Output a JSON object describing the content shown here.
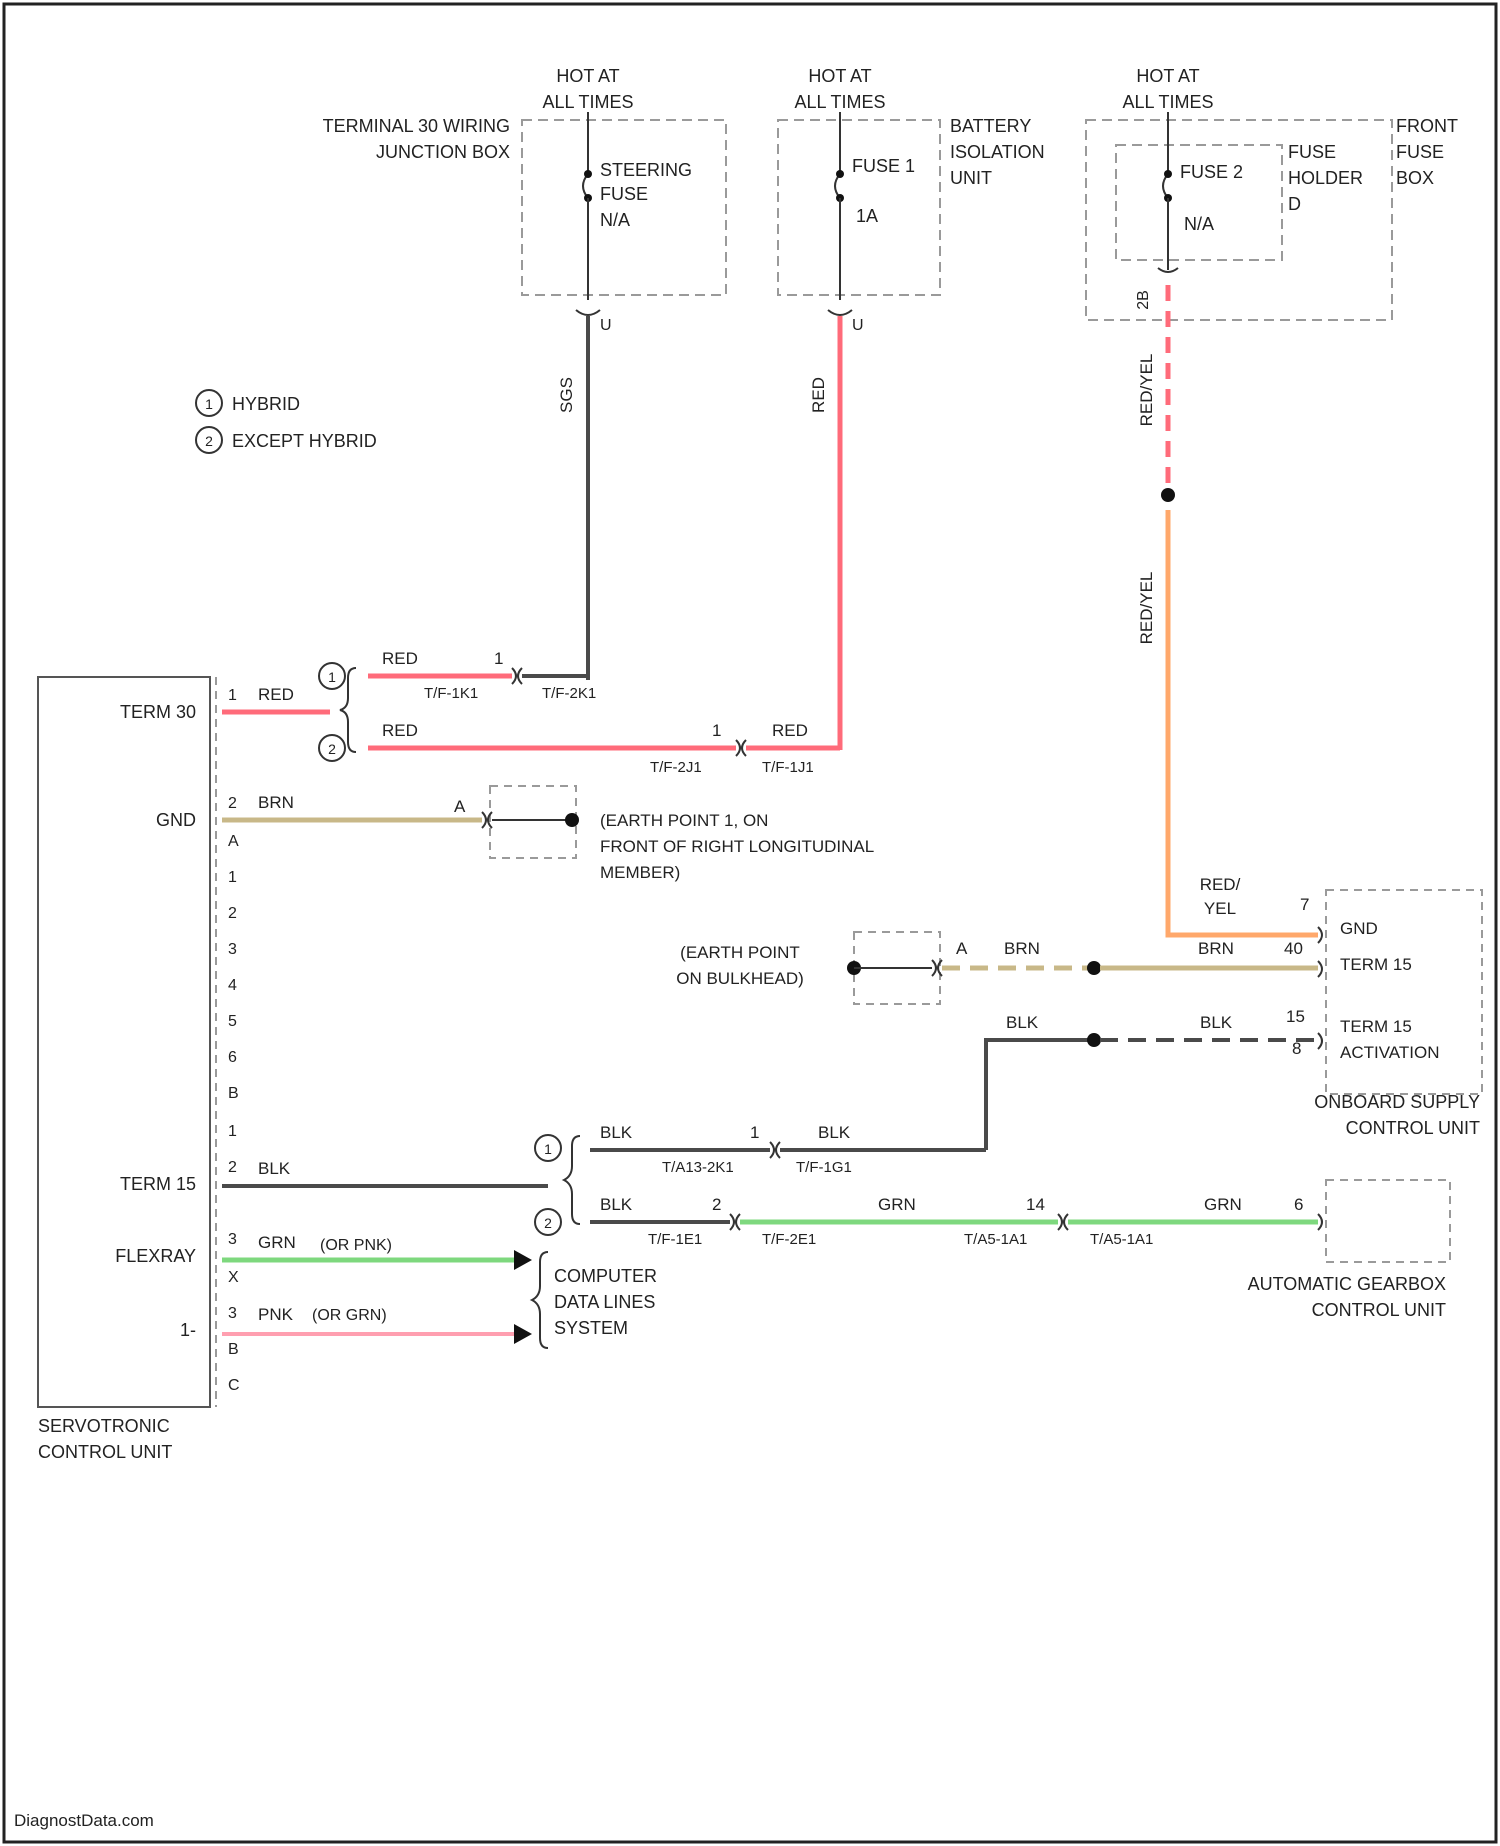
{
  "sources": {
    "hot1": [
      "HOT AT",
      "ALL TIMES"
    ],
    "hot2": [
      "HOT AT",
      "ALL TIMES"
    ],
    "hot3": [
      "HOT AT",
      "ALL TIMES"
    ]
  },
  "junction_box": {
    "title": [
      "TERMINAL 30 WIRING",
      "JUNCTION BOX"
    ],
    "fuse": [
      "STEERING",
      "FUSE",
      "N/A"
    ],
    "pin": "U"
  },
  "battery_unit": {
    "title": [
      "BATTERY",
      "ISOLATION",
      "UNIT"
    ],
    "fuse": [
      "FUSE 1",
      "1A"
    ],
    "pin": "U"
  },
  "front_fuse_box": {
    "title": [
      "FRONT",
      "FUSE",
      "BOX"
    ],
    "holder": [
      "FUSE",
      "HOLDER",
      "D"
    ],
    "fuse": [
      "FUSE 2",
      "N/A"
    ],
    "pin": "2B"
  },
  "legend": {
    "hybrid": "HYBRID",
    "except_hybrid": "EXCEPT HYBRID",
    "sym1": "1",
    "sym2": "2"
  },
  "wires": {
    "sgs": "SGS",
    "red_vertical": "RED",
    "redyel_1": "RED/YEL",
    "redyel_2": "RED/YEL",
    "red_yel_top": "RED/",
    "red_yel_bot": "YEL",
    "term30_color": "RED",
    "hybrid_red": "RED",
    "hybrid_red_pin": "1",
    "hybrid_conn_a": "T/F-1K1",
    "hybrid_conn_b": "T/F-2K1",
    "except_red": "RED",
    "except_red_pin": "1",
    "except_red2": "RED",
    "except_conn_a": "T/F-2J1",
    "except_conn_b": "T/F-1J1",
    "gnd_color": "BRN",
    "gnd_pin_a": "A",
    "earth1": [
      "(EARTH POINT 1, ON",
      "FRONT OF RIGHT LONGITUDINAL",
      "MEMBER)"
    ],
    "earth2": [
      "(EARTH POINT",
      "ON BULKHEAD)"
    ],
    "earth2_pin": "A",
    "brn_top": "BRN",
    "brn_mid": "BRN",
    "brn_pin": "40",
    "blk_top": "BLK",
    "blk_mid": "BLK",
    "blk_pin": "15",
    "blk_pin2": "8",
    "term15_color": "BLK",
    "h_blk": "BLK",
    "h_blk_pin": "1",
    "h_blk2": "BLK",
    "h_conn_a": "T/A13-2K1",
    "h_conn_b": "T/F-1G1",
    "e_blk": "BLK",
    "e_blk_pin": "2",
    "e_conn_a": "T/F-1E1",
    "e_grn": "GRN",
    "e_conn_b": "T/F-2E1",
    "e_grn_pin": "14",
    "e_conn_c": "T/A5-1A1",
    "e_grn2": "GRN",
    "e_conn_d": "T/A5-1A1",
    "e_grn_pin2": "6",
    "flex_color": "GRN",
    "flex_alt": "(OR PNK)",
    "pnk_color": "PNK",
    "pnk_alt": "(OR GRN)",
    "red_pin": "7",
    "gnd_pin": "1"
  },
  "servotronic": {
    "title": [
      "SERVOTRONIC",
      "CONTROL UNIT"
    ],
    "labels": {
      "term30": "TERM 30",
      "gnd": "GND",
      "term15": "TERM 15",
      "flexray": "FLEXRAY",
      "minus": "1-"
    },
    "pins": {
      "p1": "1",
      "p2": "2",
      "pa": "A",
      "c1": "1",
      "c2": "2",
      "c3": "3",
      "c4": "4",
      "c5": "5",
      "c6": "6",
      "pb": "B",
      "p1b": "1",
      "p2b": "2",
      "p3": "3",
      "px": "X",
      "p3b": "3",
      "pbb": "B",
      "pc": "C"
    }
  },
  "onboard": {
    "title": [
      "ONBOARD SUPPLY",
      "CONTROL UNIT"
    ],
    "labels": [
      "GND",
      "TERM 15",
      "TERM 15",
      "ACTIVATION"
    ]
  },
  "gearbox": {
    "title": [
      "AUTOMATIC GEARBOX",
      "CONTROL UNIT"
    ]
  },
  "computer": {
    "title": [
      "COMPUTER",
      "DATA LINES",
      "SYSTEM"
    ]
  },
  "footer": "DiagnostData.com",
  "colors": {
    "red": "#ff6b7a",
    "gray": "#4a4a4a",
    "orange": "#ffa86b",
    "tan": "#c8b888",
    "green": "#7ed87e",
    "pink": "#ff9fb0",
    "dashed_box": "#9a9a9a"
  }
}
